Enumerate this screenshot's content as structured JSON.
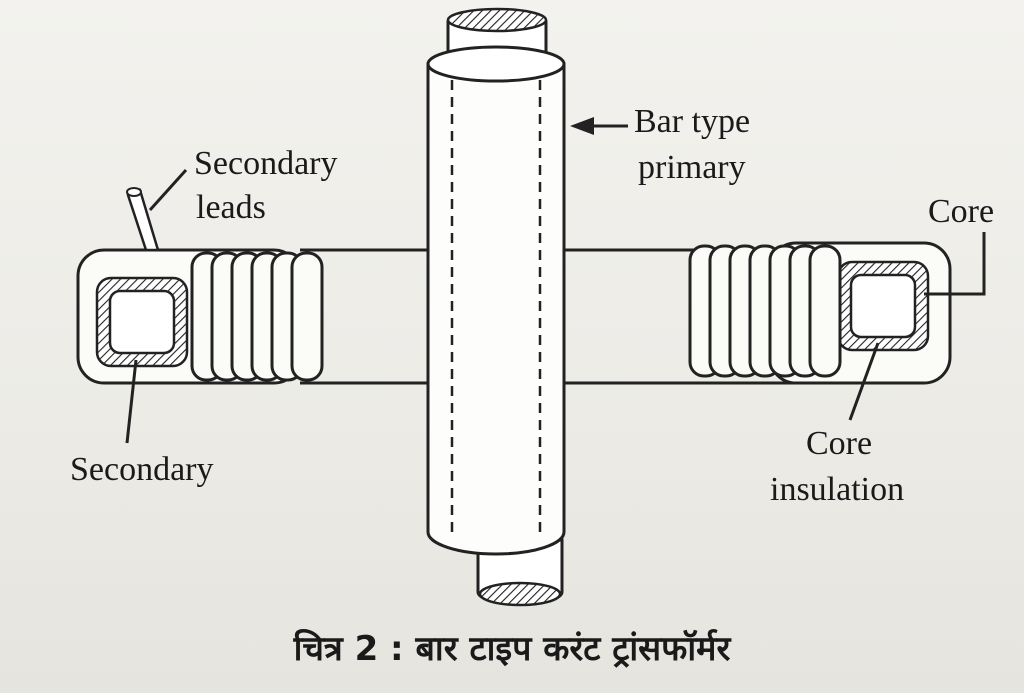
{
  "labels": {
    "secondary_leads_line1": "Secondary",
    "secondary_leads_line2": "leads",
    "bar_type_line1": "Bar type",
    "bar_type_line2": "primary",
    "core": "Core",
    "secondary": "Secondary",
    "core_insulation_line1": "Core",
    "core_insulation_line2": "insulation"
  },
  "caption": "चित्र 2 : बार टाइप करंट ट्रांसफॉर्मर"
}
